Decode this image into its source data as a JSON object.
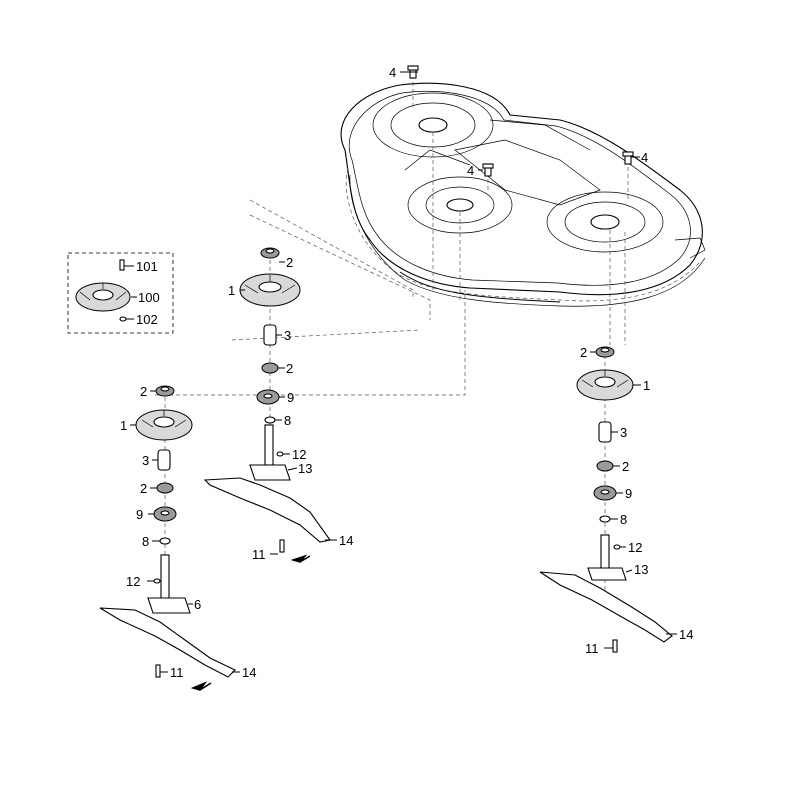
{
  "labels": {
    "p1": "1",
    "p2": "2",
    "p3": "3",
    "p4": "4",
    "p6": "6",
    "p8": "8",
    "p9": "9",
    "p11": "11",
    "p12": "12",
    "p13": "13",
    "p14": "14",
    "p100": "100",
    "p101": "101",
    "p102": "102"
  }
}
